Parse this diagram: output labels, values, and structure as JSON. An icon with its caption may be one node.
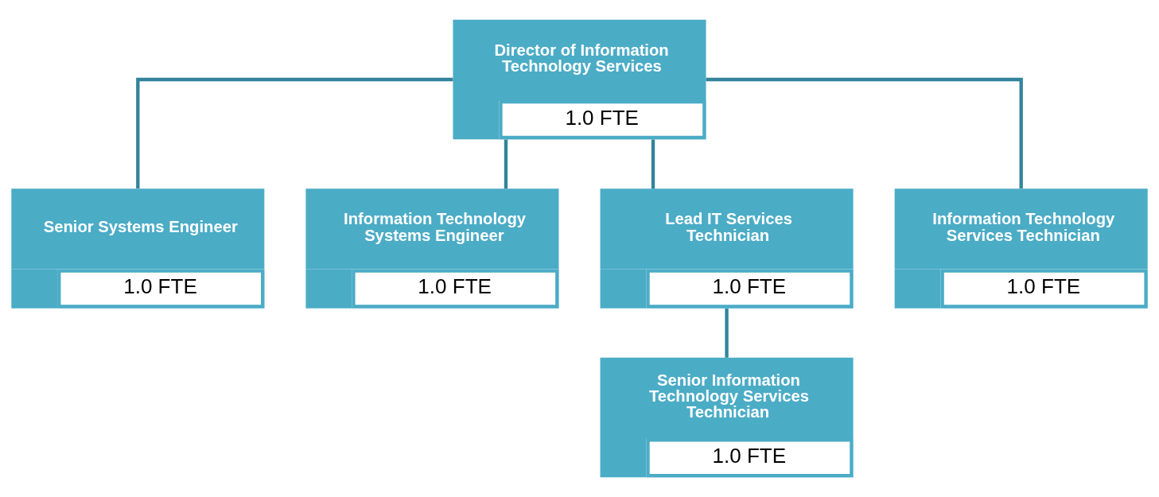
{
  "diagram": {
    "nodes": [
      {
        "text": [
          "Director of Information Technology Services",
          "1.0 FTE"
        ]
      },
      {
        "text": [
          "Senior Systems Engineer",
          "1.0 FTE"
        ]
      },
      {
        "text": [
          "Information Technology Systems Engineer",
          "1.0 FTE"
        ]
      },
      {
        "text": [
          "Lead IT Services Technician",
          "1.0 FTE"
        ]
      },
      {
        "text": [
          "Information Technology Services Technician",
          "1.0 FTE"
        ]
      },
      {
        "text": [
          "Senior Information Technology Services Technician",
          "1.0 FTE"
        ]
      }
    ],
    "edges": [
      {
        "from": 0,
        "to": 1,
        "arrow": "none"
      },
      {
        "from": 0,
        "to": 2,
        "arrow": "none"
      },
      {
        "from": 0,
        "to": 3,
        "arrow": "none"
      },
      {
        "from": 0,
        "to": 4,
        "arrow": "none"
      },
      {
        "from": 3,
        "to": 5,
        "arrow": "none"
      }
    ]
  }
}
